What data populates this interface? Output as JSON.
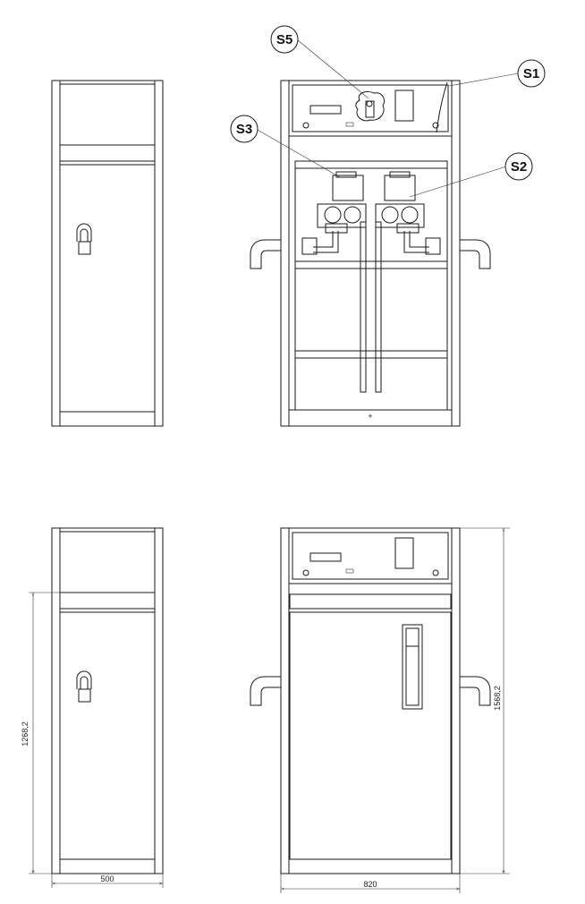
{
  "callouts": {
    "s1": "S1",
    "s2": "S2",
    "s3": "S3",
    "s5": "S5"
  },
  "dimensions": {
    "height_side": "1268,2",
    "height_front": "1568,2",
    "width_side": "500",
    "width_front": "820"
  }
}
